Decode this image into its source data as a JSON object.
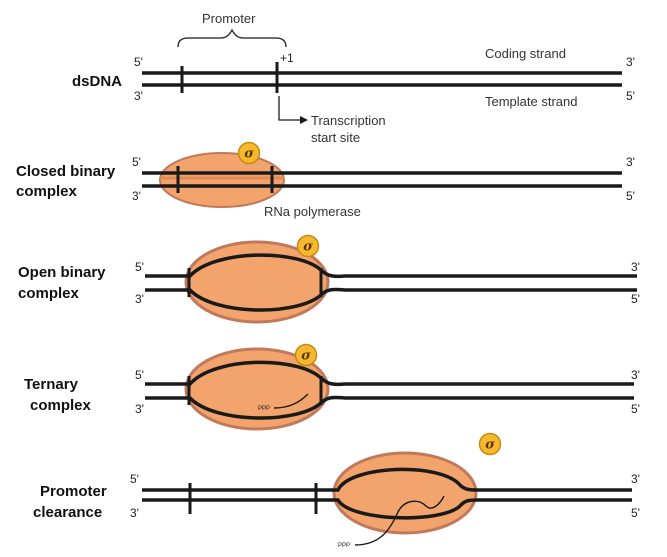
{
  "stages": {
    "dsdna": "dsDNA",
    "closed": [
      "Closed binary",
      "complex"
    ],
    "open": [
      "Open binary",
      "complex"
    ],
    "ternary": [
      "Ternary",
      "complex"
    ],
    "clearance": [
      "Promoter",
      "clearance"
    ]
  },
  "annotations": {
    "promoter": "Promoter",
    "plus_one": "+1",
    "coding_strand": "Coding strand",
    "template_strand": "Template strand",
    "tss": [
      "Transcription",
      "start site"
    ],
    "rna_polymerase": "RNa polymerase",
    "ppp": "PPP",
    "sigma": "σ"
  },
  "ends": {
    "five": "5'",
    "three": "3'"
  },
  "colors": {
    "strand": "#1a1a1a",
    "polymerase_fill": "#f2a46c",
    "polymerase_edge": "#c2785a",
    "sigma_fill": "#f5b82e",
    "sigma_edge": "#c88a12"
  }
}
